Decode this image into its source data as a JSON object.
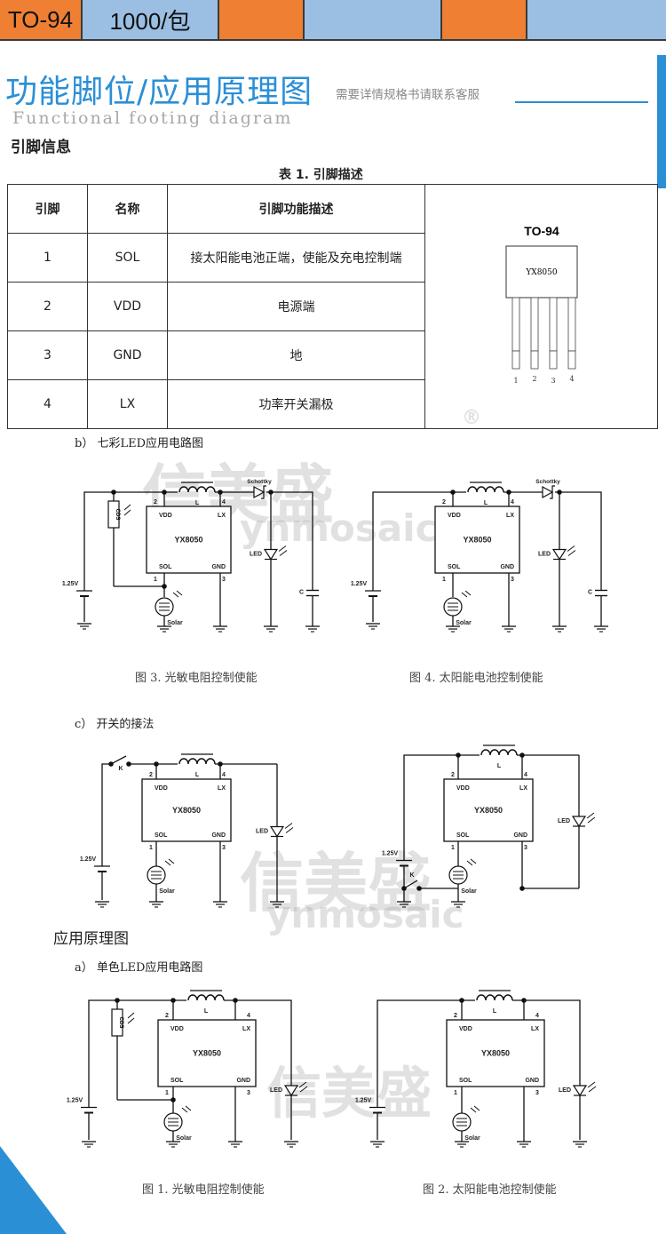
{
  "header": {
    "package": "TO-94",
    "quantity": "1000/包"
  },
  "title": {
    "main": "功能脚位/应用原理图",
    "note": "需要详情规格书请联系客服",
    "english": "Functional footing diagram"
  },
  "pin_section": {
    "heading": "引脚信息",
    "caption": "表 1. 引脚描述",
    "columns": [
      "引脚",
      "名称",
      "引脚功能描述"
    ],
    "rows": [
      {
        "pin": "1",
        "name": "SOL",
        "desc": "接太阳能电池正端，使能及充电控制端"
      },
      {
        "pin": "2",
        "name": "VDD",
        "desc": "电源端"
      },
      {
        "pin": "3",
        "name": "GND",
        "desc": "地"
      },
      {
        "pin": "4",
        "name": "LX",
        "desc": "功率开关漏极"
      }
    ],
    "package_drawing": {
      "label": "TO-94",
      "chip": "YX8050",
      "pins": [
        "1",
        "2",
        "3",
        "4"
      ]
    }
  },
  "circuits": {
    "chip": "YX8050",
    "labels": {
      "vdd": "VDD",
      "lx": "LX",
      "sol": "SOL",
      "gnd": "GND",
      "inductor": "L",
      "schottky": "Schottky",
      "led": "LED",
      "cap": "C",
      "cds": "CDS",
      "solar": "Solar",
      "battery": "1.25V",
      "switch": "K",
      "pin1": "1",
      "pin2": "2",
      "pin3": "3",
      "pin4": "4"
    },
    "section_b": "b） 七彩LED应用电路图",
    "fig3": "图 3. 光敏电阻控制使能",
    "fig4": "图 4. 太阳能电池控制使能",
    "section_c": "c） 开关的接法",
    "app_heading": "应用原理图",
    "section_a": "a） 单色LED应用电路图",
    "fig1": "图 1. 光敏电阻控制使能",
    "fig2": "图 2. 太阳能电池控制使能"
  },
  "watermark": {
    "cn": "信美盛",
    "en": "ynmosaic",
    "mark": "®"
  }
}
